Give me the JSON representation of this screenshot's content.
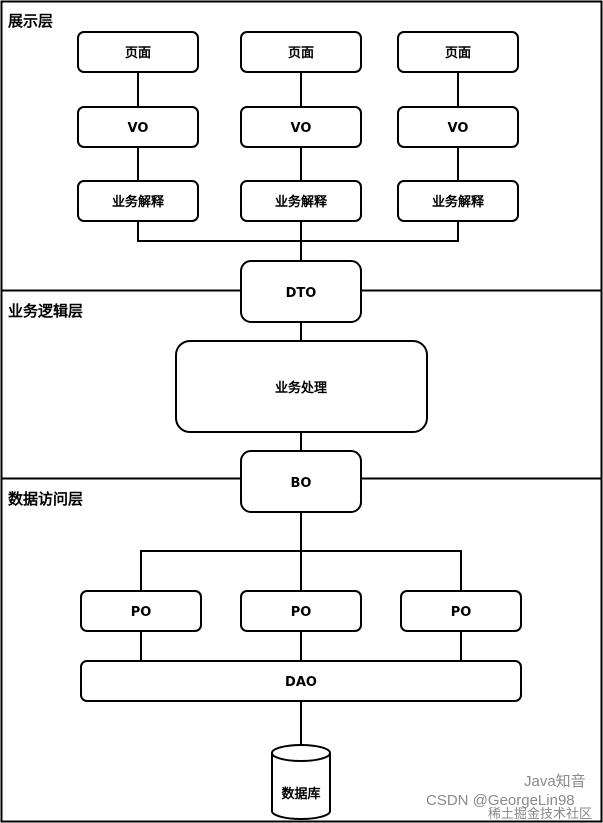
{
  "layers": {
    "presentation": "展示层",
    "business": "业务逻辑层",
    "data_access": "数据访问层"
  },
  "presentation": {
    "pages": [
      "页面",
      "页面",
      "页面"
    ],
    "vos": [
      "VO",
      "VO",
      "VO"
    ],
    "interpreters": [
      "业务解释",
      "业务解释",
      "业务解释"
    ]
  },
  "transfer": {
    "dto": "DTO",
    "bo": "BO"
  },
  "business": {
    "processing": "业务处理"
  },
  "data_access": {
    "pos": [
      "PO",
      "PO",
      "PO"
    ],
    "dao": "DAO",
    "database": "数据库"
  },
  "watermark": {
    "line1": "Java知音",
    "line2": "CSDN @GeorgeLin98",
    "line3": "稀土掘金技术社区"
  },
  "colors": {
    "stroke": "#000000",
    "background": "#ffffff",
    "watermark": "#8a8a8a"
  }
}
